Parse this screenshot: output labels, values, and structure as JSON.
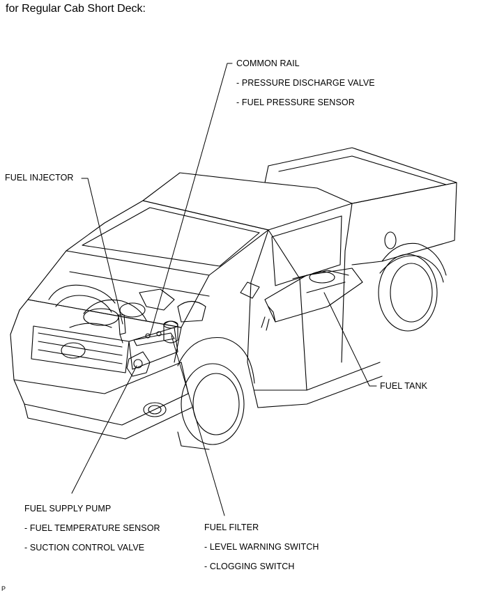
{
  "title": "for Regular Cab Short Deck:",
  "callouts": {
    "common_rail": "COMMON RAIL",
    "pressure_discharge_valve": "- PRESSURE DISCHARGE VALVE",
    "fuel_pressure_sensor": "- FUEL PRESSURE SENSOR",
    "fuel_injector": "FUEL INJECTOR",
    "fuel_tank": "FUEL TANK",
    "fuel_supply_pump": "FUEL SUPPLY PUMP",
    "fuel_temperature_sensor": "- FUEL TEMPERATURE SENSOR",
    "suction_control_valve": "- SUCTION CONTROL VALVE",
    "fuel_filter": "FUEL FILTER",
    "level_warning_switch": "- LEVEL WARNING SWITCH",
    "clogging_switch": "- CLOGGING SWITCH"
  },
  "corner_mark": "P"
}
